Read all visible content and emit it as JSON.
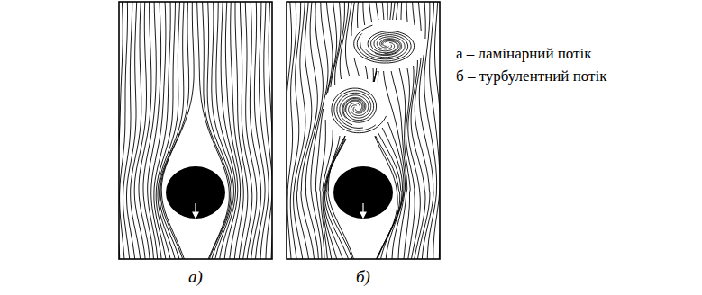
{
  "diagram": {
    "labels": [
      "а)",
      "б)",
      "а – ламінарний потік",
      "б – турбулентний потік"
    ]
  }
}
